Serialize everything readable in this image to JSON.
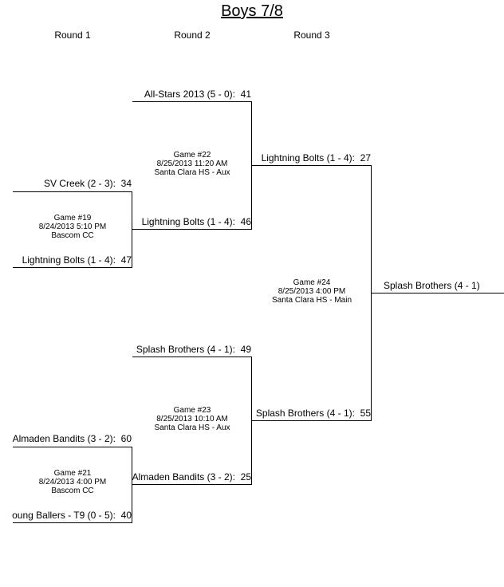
{
  "title": "Boys 7/8",
  "rounds": [
    "Round 1",
    "Round 2",
    "Round 3"
  ],
  "round1": {
    "g19": {
      "top": {
        "name": "SV Creek (2 - 3):",
        "score": "34"
      },
      "bottom": {
        "name": "Lightning Bolts (1 - 4):",
        "score": "47"
      },
      "info": {
        "game": "Game #19",
        "datetime": "8/24/2013 5:10 PM",
        "location": "Bascom CC"
      }
    },
    "g21": {
      "top": {
        "name": "Almaden Bandits (3 - 2):",
        "score": "60"
      },
      "bottom": {
        "name": "oung Ballers - T9 (0 - 5):",
        "score": "40"
      },
      "info": {
        "game": "Game #21",
        "datetime": "8/24/2013 4:00 PM",
        "location": "Bascom CC"
      }
    }
  },
  "round2": {
    "g22": {
      "top": {
        "name": "All-Stars 2013 (5 - 0):",
        "score": "41"
      },
      "bottom": {
        "name": "Lightning Bolts (1 - 4):",
        "score": "46"
      },
      "info": {
        "game": "Game #22",
        "datetime": "8/25/2013 11:20 AM",
        "location": "Santa Clara HS - Aux"
      }
    },
    "g23": {
      "top": {
        "name": "Splash Brothers (4 - 1):",
        "score": "49"
      },
      "bottom": {
        "name": "Almaden Bandits (3 - 2):",
        "score": "25"
      },
      "info": {
        "game": "Game #23",
        "datetime": "8/25/2013 10:10 AM",
        "location": "Santa Clara HS - Aux"
      }
    }
  },
  "round3": {
    "g24": {
      "top": {
        "name": "Lightning Bolts (1 - 4):",
        "score": "27"
      },
      "bottom": {
        "name": "Splash Brothers (4 - 1):",
        "score": "55"
      },
      "info": {
        "game": "Game #24",
        "datetime": "8/25/2013 4:00 PM",
        "location": "Santa Clara HS - Main"
      }
    }
  },
  "champion": "Splash Brothers (4 - 1)"
}
